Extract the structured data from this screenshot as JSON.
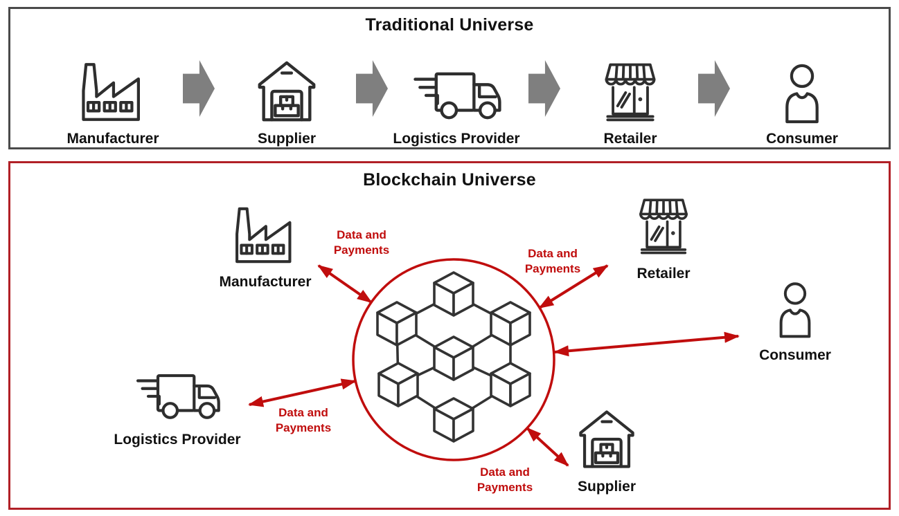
{
  "traditional_universe": {
    "title": "Traditional Universe",
    "nodes": [
      {
        "label": "Manufacturer",
        "icon": "factory-icon"
      },
      {
        "label": "Supplier",
        "icon": "warehouse-icon"
      },
      {
        "label": "Logistics Provider",
        "icon": "truck-icon"
      },
      {
        "label": "Retailer",
        "icon": "storefront-icon"
      },
      {
        "label": "Consumer",
        "icon": "person-icon"
      }
    ],
    "flow_direction": "left-to-right"
  },
  "blockchain_universe": {
    "title": "Blockchain Universe",
    "center": {
      "name": "blockchain-network",
      "cube_count": 7,
      "shape": "red circle with connected cubes"
    },
    "nodes": [
      {
        "label": "Manufacturer",
        "icon": "factory-icon",
        "position": "top-left"
      },
      {
        "label": "Retailer",
        "icon": "storefront-icon",
        "position": "top-right"
      },
      {
        "label": "Consumer",
        "icon": "person-icon",
        "position": "right"
      },
      {
        "label": "Supplier",
        "icon": "warehouse-icon",
        "position": "bottom-right"
      },
      {
        "label": "Logistics Provider",
        "icon": "truck-icon",
        "position": "left"
      }
    ],
    "connections": [
      {
        "to": "Manufacturer",
        "label": "Data and Payments",
        "arrow": "double-headed"
      },
      {
        "to": "Retailer",
        "label": "Data and Payments",
        "arrow": "double-headed"
      },
      {
        "to": "Consumer",
        "label": "",
        "arrow": "double-headed"
      },
      {
        "to": "Supplier",
        "label": "Data and Payments",
        "arrow": "double-headed"
      },
      {
        "to": "Logistics Provider",
        "label": "Data and Payments",
        "arrow": "double-headed"
      }
    ]
  },
  "colors": {
    "accent_red": "#c00d0d",
    "panel_border_red": "#b12026",
    "panel_border_gray": "#4a4a4a",
    "flow_arrow_gray": "#7f7f7f",
    "icon_stroke": "#2e2e2e",
    "text": "#111111",
    "background": "#ffffff"
  }
}
